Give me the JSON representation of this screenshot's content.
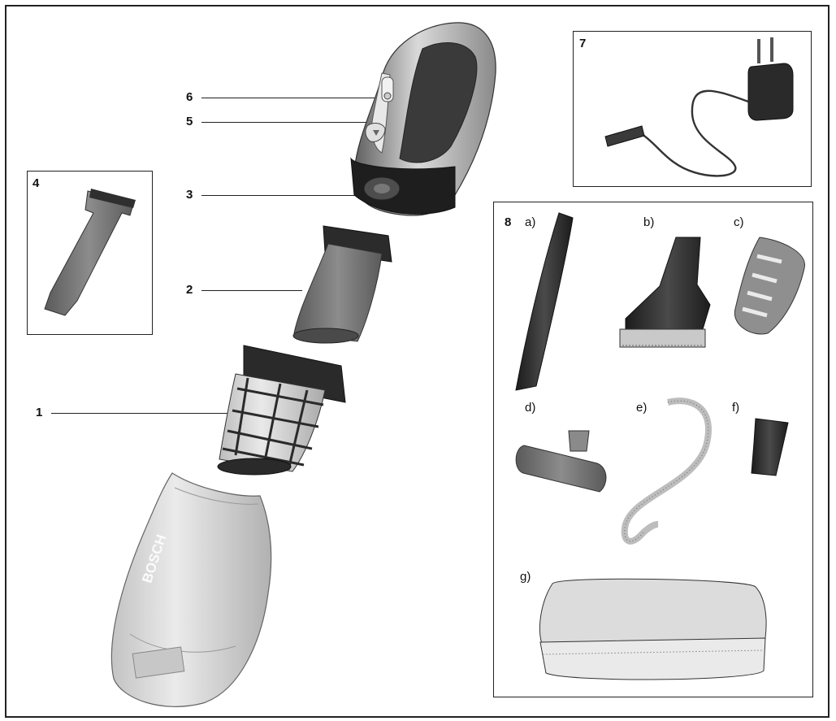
{
  "callouts": {
    "c1": "1",
    "c2": "2",
    "c3": "3",
    "c4": "4",
    "c5": "5",
    "c6": "6",
    "c7": "7",
    "c8": "8"
  },
  "accessories": {
    "a": "a)",
    "b": "b)",
    "c": "c)",
    "d": "d)",
    "e": "e)",
    "f": "f)",
    "g": "g)"
  },
  "brand_text": "BOSCH",
  "colors": {
    "outline": "#222222",
    "dark_part": "#2a2a2a",
    "mid_grey": "#7d7d7d",
    "light_grey": "#c9c9c9",
    "translucent": "#d8d8d8"
  }
}
